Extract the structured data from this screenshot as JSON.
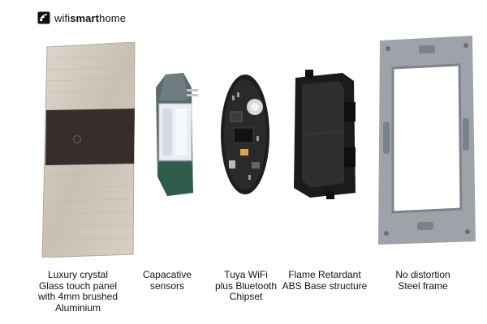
{
  "brand": {
    "prefix": "wifi",
    "bold": "smart",
    "suffix": "home"
  },
  "products": [
    {
      "id": "glass-touch-panel",
      "caption": "Luxury crystal\nGlass touch panel\nwith 4mm brushed\nAluminium"
    },
    {
      "id": "capacitive-sensors",
      "caption": "Capacative\nsensors"
    },
    {
      "id": "wifi-bluetooth-chipset",
      "caption": "Tuya WiFi\nplus Bluetooth\nChipset"
    },
    {
      "id": "abs-base",
      "caption": "Flame Retardant\nABS Base structure"
    },
    {
      "id": "steel-frame",
      "caption": "No distortion\nSteel frame"
    }
  ],
  "colors": {
    "brushed_aluminium": "#cfc6bb",
    "glass_black": "#3a2f2c",
    "pcb_black": "#1e1e1e",
    "abs_base": "#202020",
    "steel_frame": "#9a9fa6"
  }
}
